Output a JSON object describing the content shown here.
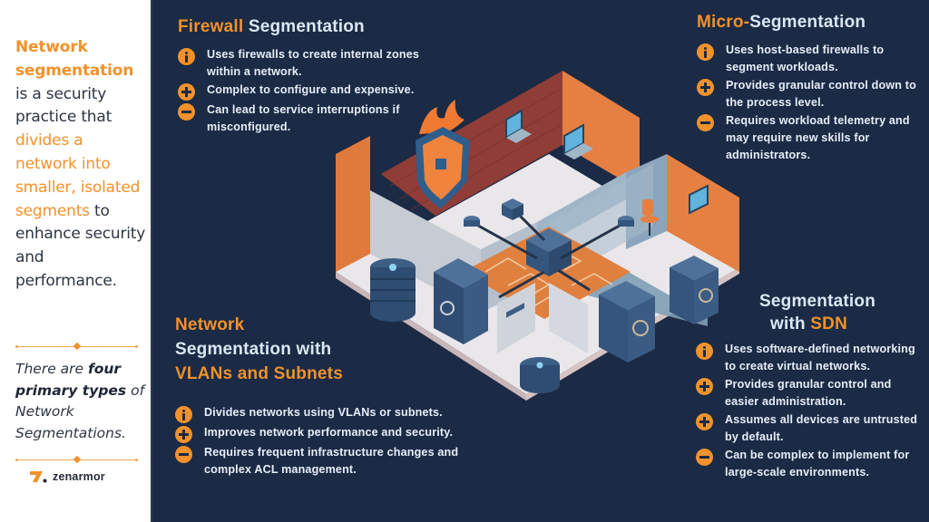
{
  "sidebar": {
    "intro": {
      "part1_bold_highlight": "Network segmentation",
      "part2": " is a security practice that ",
      "part3_highlight": "divides a network into smaller, isolated segments",
      "part4": " to enhance security and performance."
    },
    "types": {
      "part1": "There are ",
      "part2_bold": "four primary types",
      "part3": " of Network Segmentations."
    },
    "logo": {
      "name": "zenarmor",
      "icon": "zenarmor-logo-icon"
    }
  },
  "sections": {
    "firewall": {
      "title_highlight": "Firewall",
      "title_rest": " Segmentation",
      "items": [
        {
          "icon": "info-icon",
          "text": "Uses firewalls to create internal zones within a network."
        },
        {
          "icon": "plus-icon",
          "text": "Complex to configure and expensive."
        },
        {
          "icon": "minus-icon",
          "text": "Can lead to service interruptions if misconfigured."
        }
      ]
    },
    "micro": {
      "title_highlight": "Micro-",
      "title_rest": "Segmentation",
      "items": [
        {
          "icon": "info-icon",
          "text": "Uses host-based firewalls to segment workloads."
        },
        {
          "icon": "plus-icon",
          "text": "Provides granular control down to the process level."
        },
        {
          "icon": "minus-icon",
          "text": "Requires workload telemetry and may require new skills for administrators."
        }
      ]
    },
    "vlan": {
      "title_line1_highlight": "Network",
      "title_line2": "Segmentation with",
      "title_line3_highlight": "VLANs and Subnets",
      "items": [
        {
          "icon": "info-icon",
          "text": "Divides networks using VLANs or subnets."
        },
        {
          "icon": "plus-icon",
          "text": "Improves network performance and security."
        },
        {
          "icon": "minus-icon",
          "text": "Requires frequent infrastructure changes and complex ACL management."
        }
      ]
    },
    "sdn": {
      "title_line1": "Segmentation",
      "title_line2_prefix": "with ",
      "title_line2_highlight": "SDN",
      "items": [
        {
          "icon": "info-icon",
          "text": "Uses software-defined networking to create virtual networks."
        },
        {
          "icon": "plus-icon",
          "text": "Provides granular control and easier administration."
        },
        {
          "icon": "plus-icon",
          "text": "Assumes all devices are untrusted by default."
        },
        {
          "icon": "minus-icon",
          "text": "Can be complex to implement for large-scale environments."
        }
      ]
    }
  },
  "colors": {
    "accent_orange": "#f0922b",
    "background_navy": "#1b2a45",
    "heading_light": "#dbe7f3",
    "sidebar_bg": "#ffffff"
  }
}
